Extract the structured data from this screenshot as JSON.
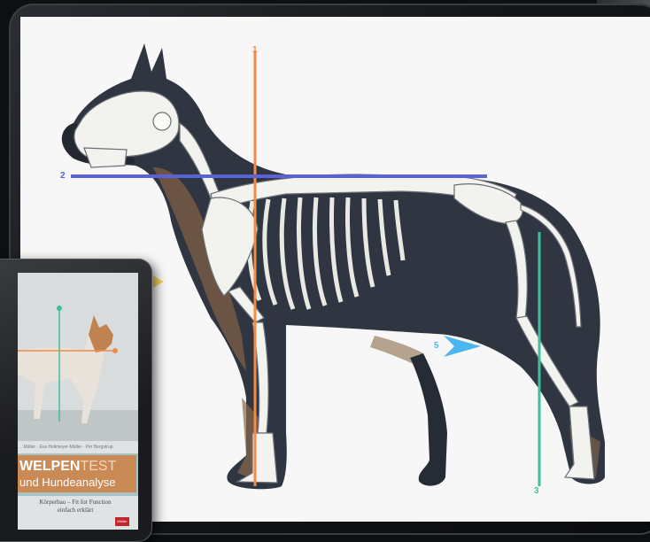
{
  "illustration": {
    "guide_labels": [
      "1",
      "2",
      "3",
      "5"
    ],
    "colors": {
      "line_1": "#f08c46",
      "line_2": "#5b62d6",
      "line_3": "#3fbf9e",
      "arrow_5": "#4ab8ee",
      "fur_dark": "#2e3440",
      "fur_tan": "#8a6a4c",
      "bone": "#f2f2ee"
    }
  },
  "book_cover": {
    "authors": "… Müller · Eva Hollmeyer-Müller · Per Bergstrup",
    "title_main": "WELPEN",
    "title_accent": "TEST",
    "subtitle": "und Hundeanalyse",
    "tagline_1": "Körperbau – Fit for Function",
    "tagline_2": "einfach erklärt",
    "publisher": "Müller",
    "colors": {
      "title_box": "#c98a55",
      "banner": "#a9c3c5"
    }
  }
}
